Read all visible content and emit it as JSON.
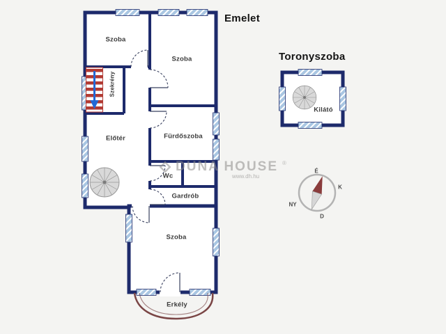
{
  "titles": {
    "floor": "Emelet",
    "tower": "Toronyszoba"
  },
  "rooms": {
    "szoba_top_left": "Szoba",
    "szoba_top_right": "Szoba",
    "szekreny": "Szekrény",
    "eloter": "Előtér",
    "furdoszoba": "Fürdőszoba",
    "wc": "Wc",
    "gardrob": "Gardrób",
    "szoba_bottom": "Szoba",
    "erkely": "Erkély",
    "kilato": "Kilátó"
  },
  "compass": {
    "north": "É",
    "east": "K",
    "south": "D",
    "west": "NY"
  },
  "watermark": {
    "brand": "DUNA HOUSE",
    "reg": "®",
    "url": "www.dh.hu"
  },
  "colors": {
    "wall": "#1d2a6b",
    "window_fill": "#a9c6e2",
    "stair_red": "#b23a33",
    "arrow_blue": "#2268d6",
    "balcony": "#7a4545",
    "background": "#f4f4f2"
  }
}
